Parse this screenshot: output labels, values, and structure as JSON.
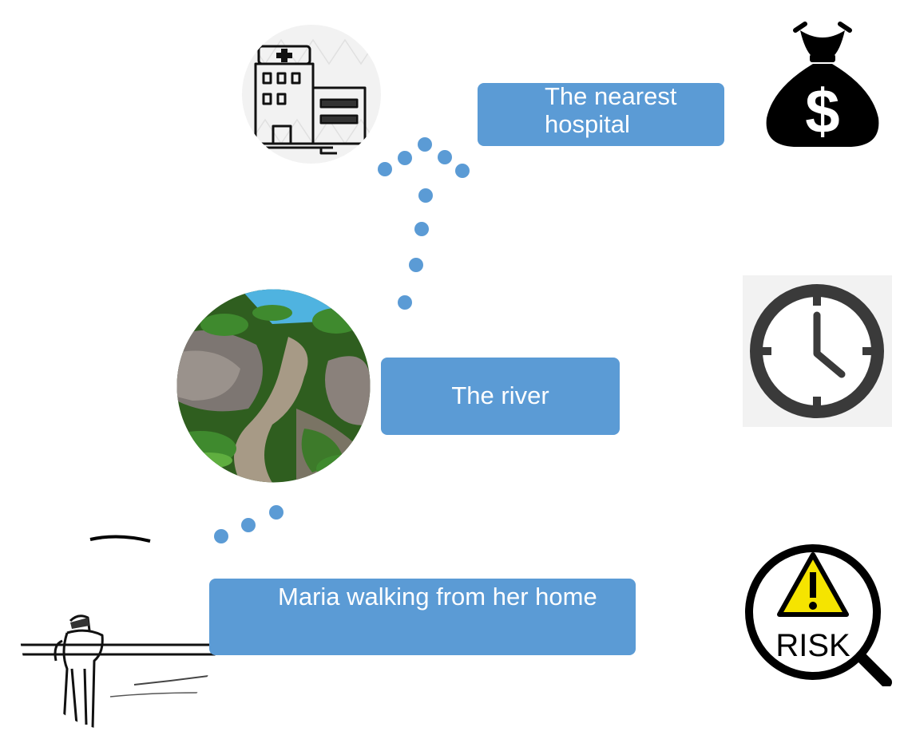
{
  "labels": {
    "hospital": "The nearest hospital",
    "river": "The river",
    "maria": "Maria walking from her home"
  },
  "icons": {
    "hospital": "hospital-icon",
    "river": "river-landscape-icon",
    "walker": "walking-woman-icon",
    "money": "money-bag-icon",
    "clock": "clock-icon",
    "risk": "risk-warning-icon"
  },
  "risk_badge_text": "RISK",
  "money_symbol": "$",
  "colors": {
    "accent": "#5b9bd5",
    "label_text": "#ffffff",
    "warning": "#f5e400",
    "dark_icon": "#3a3a3a"
  }
}
